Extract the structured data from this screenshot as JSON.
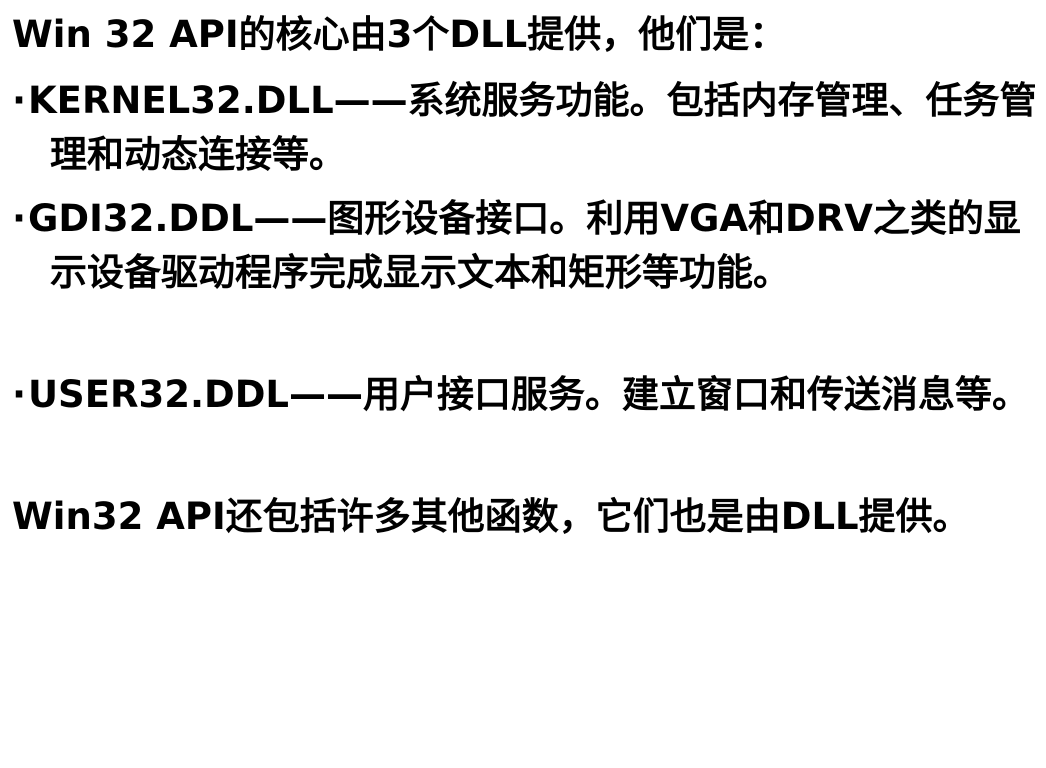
{
  "slide": {
    "intro": "Win 32 API的核心由3个DLL提供，他们是：",
    "bullet_char": "·",
    "items": [
      {
        "text": "KERNEL32.DLL——系统服务功能。包括内存管理、任务管理和动态连接等。"
      },
      {
        "text": "GDI32.DDL——图形设备接口。利用VGA和DRV之类的显示设备驱动程序完成显示文本和矩形等功能。"
      },
      {
        "text": "USER32.DDL——用户接口服务。建立窗口和传送消息等。"
      }
    ],
    "closing": "Win32 API还包括许多其他函数，它们也是由DLL提供。"
  }
}
